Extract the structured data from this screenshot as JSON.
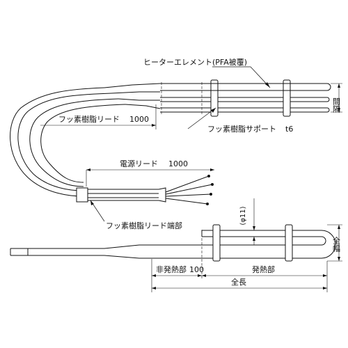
{
  "labels": {
    "heater_element": "ヒーターエレメント(PFA被覆)",
    "fluoro_resin_lead": "フッ素樹脂リード",
    "fluoro_resin_lead_length": "1000",
    "fluoro_resin_support": "フッ素樹脂サポート",
    "support_thickness": "t6",
    "power_lead": "電源リード",
    "power_lead_length": "1000",
    "fluoro_resin_lead_end": "フッ素樹脂リード端部",
    "diameter_11": "(φ11)",
    "pitch": "間隔",
    "width": "全幅",
    "non_heating_part": "非発熱部",
    "non_heating_length": "100",
    "heating_part": "発熱部",
    "total_length": "全長"
  }
}
